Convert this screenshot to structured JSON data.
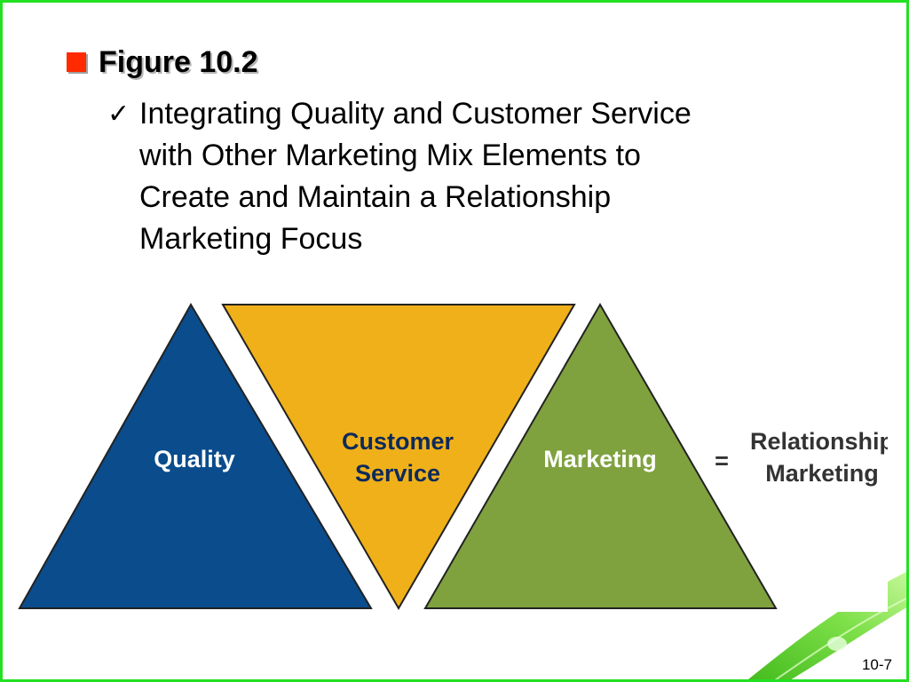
{
  "slide": {
    "heading": "Figure 10.2",
    "subheading_lines": [
      "Integrating Quality and Customer Service",
      "with Other Marketing Mix Elements to",
      "Create and Maintain a Relationship",
      "Marketing Focus"
    ],
    "page_number": "10-7"
  },
  "diagram": {
    "triangles": [
      {
        "label_lines": [
          "Quality"
        ],
        "color": "#0a4c8c"
      },
      {
        "label_lines": [
          "Customer",
          "Service"
        ],
        "color": "#f0b019"
      },
      {
        "label_lines": [
          "Marketing"
        ],
        "color": "#7fa23f"
      }
    ],
    "equals": "=",
    "result_lines": [
      "Relationship",
      "Marketing"
    ],
    "border_color": "#22e022",
    "bullet_color": "#ff2a00"
  },
  "icons": [
    "square-bullet-icon",
    "checkmark-icon"
  ]
}
